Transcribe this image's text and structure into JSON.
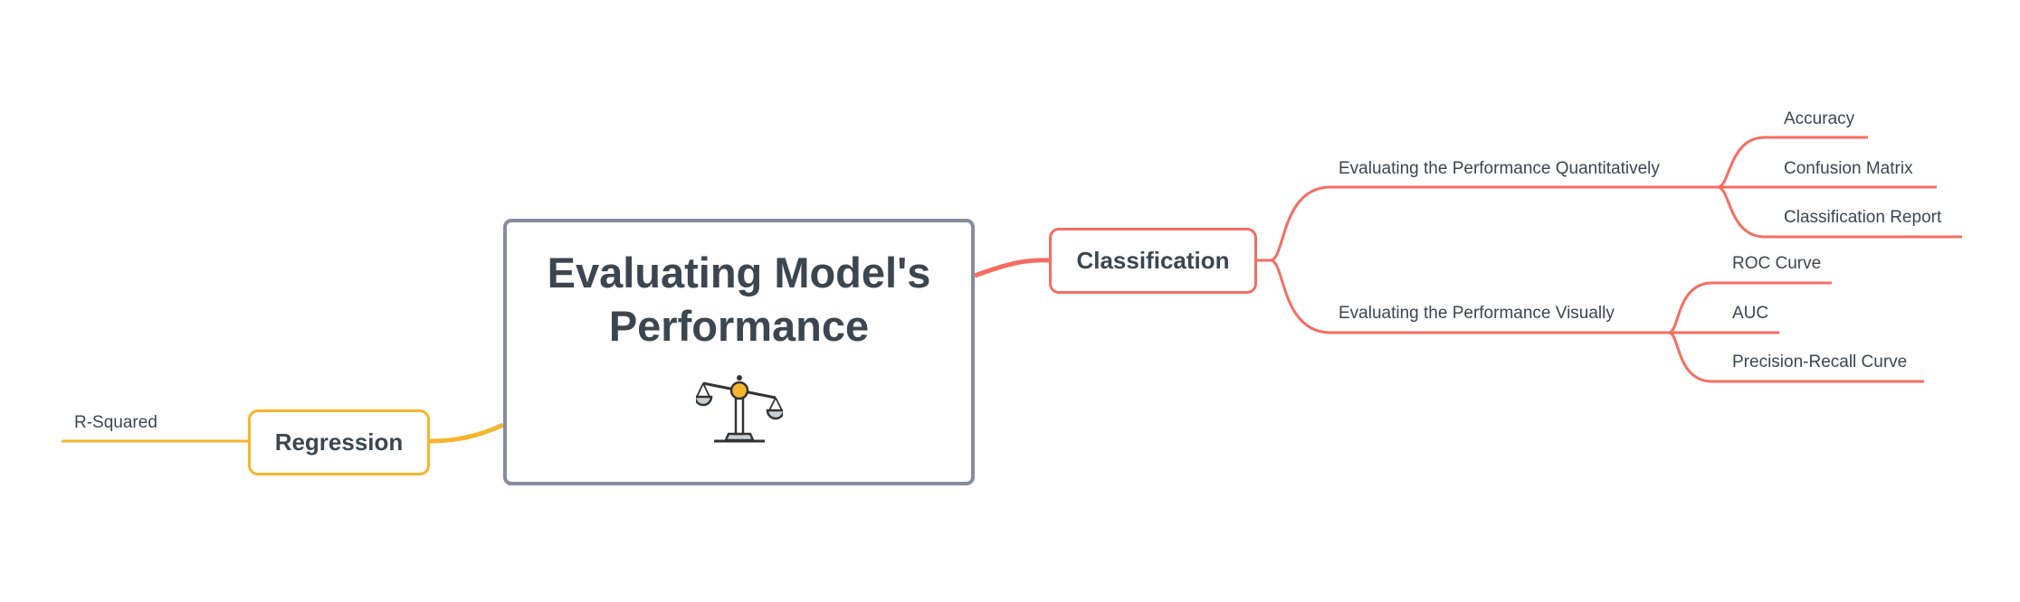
{
  "central": {
    "title_line1": "Evaluating Model's",
    "title_line2": "Performance",
    "icon": "balance-scale-icon"
  },
  "right": {
    "label": "Classification",
    "color": "#f46e61",
    "groups": [
      {
        "label": "Evaluating the Performance Quantitatively",
        "items": [
          "Accuracy",
          "Confusion Matrix",
          "Classification Report"
        ]
      },
      {
        "label": "Evaluating the Performance Visually",
        "items": [
          "ROC Curve",
          "AUC",
          "Precision-Recall Curve"
        ]
      }
    ]
  },
  "left": {
    "label": "Regression",
    "color": "#f5b52f",
    "items": [
      "R-Squared"
    ]
  },
  "colors": {
    "central_border": "#858d9d",
    "text": "#3c4650"
  }
}
